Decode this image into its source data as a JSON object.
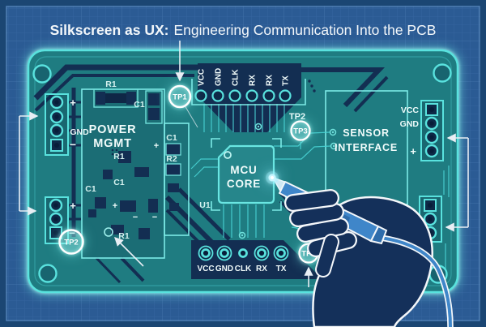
{
  "title": {
    "lead": "Silkscreen as UX:",
    "rest": "Engineering Communication Into the PCB"
  },
  "colors": {
    "background": "#2b5b94",
    "frame": "#1b4673",
    "grid_line": "#36659f",
    "board_fill": "#1f7c81",
    "board_outline": "#59e2de",
    "copper_dark": "#132e52",
    "silkscreen": "#eefbfa",
    "annotation": "#e8eef4",
    "hand_fill": "#14305a",
    "probe_blue": "#3f86c9",
    "glow_cyan": "#9ef2ec"
  },
  "board": {
    "sections": {
      "power": {
        "line1": "POWER",
        "line2": "MGMT"
      },
      "mcu": {
        "line1": "MCU",
        "line2": "CORE",
        "refdes": "U1"
      },
      "sensor": {
        "line1": "SENSOR",
        "line2": "INTERFACE"
      }
    },
    "top_header": {
      "pins": [
        "VCC",
        "GND",
        "CLK",
        "RX",
        "RX",
        "TX"
      ]
    },
    "bottom_header": {
      "pins": [
        "VCC",
        "GND",
        "CLK",
        "RX",
        "TX"
      ]
    },
    "connectors": {
      "left_top": {
        "plus": "+",
        "gnd": "GND",
        "minus": "−"
      },
      "left_bottom": {
        "plus": "+",
        "minus": "−"
      },
      "right_top": {
        "vcc": "VCC",
        "gnd": "GND",
        "plus": "+"
      }
    },
    "test_points": {
      "tp1": "TP1",
      "tp2_floating_label": "TP2",
      "tp3_mid": "TP3",
      "tp2_bottom_left": "TP2",
      "tp3_bottom": "TP3"
    },
    "refdes": {
      "r1_top": "R1",
      "c1_top": "C1",
      "r1_mid": "R1",
      "c1_left": "C1",
      "c1_low": "C1",
      "c1_mid": "C1",
      "r2": "R2",
      "r1_bottom": "R1"
    },
    "polarity": {
      "plus_a": "+",
      "plus_b": "+",
      "minus_a": "−",
      "minus_b": "−"
    }
  }
}
